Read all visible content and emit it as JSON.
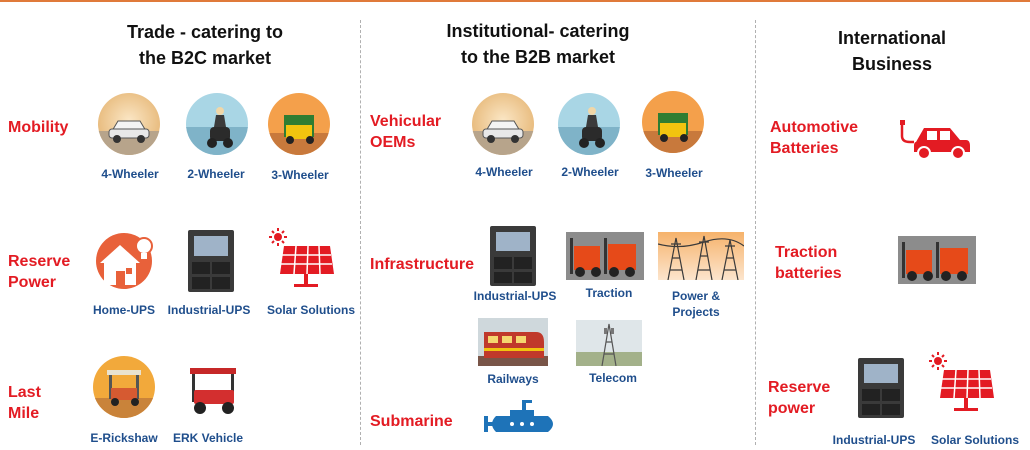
{
  "columns": {
    "trade": {
      "title_line1": "Trade - catering to",
      "title_line2": "the B2C market"
    },
    "institutional": {
      "title_line1": "Institutional- catering",
      "title_line2": "to the B2B market"
    },
    "international": {
      "title_line1": "International",
      "title_line2": "Business"
    }
  },
  "trade": {
    "mobility": {
      "label": "Mobility",
      "items": [
        "4-Wheeler",
        "2-Wheeler",
        "3-Wheeler"
      ]
    },
    "reserve_power": {
      "label_line1": "Reserve",
      "label_line2": "Power",
      "items": [
        "Home-UPS",
        "Industrial-UPS",
        "Solar Solutions"
      ]
    },
    "last_mile": {
      "label_line1": "Last",
      "label_line2": "Mile",
      "items": [
        "E-Rickshaw",
        "ERK Vehicle"
      ]
    }
  },
  "institutional": {
    "vehicular_oems": {
      "label_line1": "Vehicular",
      "label_line2": "OEMs",
      "items": [
        "4-Wheeler",
        "2-Wheeler",
        "3-Wheeler"
      ]
    },
    "infrastructure": {
      "label": "Infrastructure",
      "items": [
        "Industrial-UPS",
        "Traction",
        "Power &",
        "Projects",
        "Railways",
        "Telecom"
      ]
    },
    "submarine": {
      "label": "Submarine"
    }
  },
  "international": {
    "automotive": {
      "label_line1": "Automotive",
      "label_line2": "Batteries"
    },
    "traction": {
      "label_line1": "Traction",
      "label_line2": "batteries"
    },
    "reserve": {
      "label_line1": "Reserve",
      "label_line2": "power",
      "items": [
        "Industrial-UPS",
        "Solar Solutions"
      ]
    }
  },
  "icons": {
    "car": "car-icon",
    "scooter": "scooter-icon",
    "auto_rickshaw": "auto-rickshaw-icon",
    "house": "house-bulb-icon",
    "ups": "ups-cabinet-icon",
    "solar": "solar-panel-icon",
    "erickshaw": "e-rickshaw-icon",
    "forklift": "forklift-icon",
    "tower": "transmission-tower-icon",
    "train": "train-icon",
    "telecom": "telecom-tower-icon",
    "submarine": "submarine-icon",
    "ev_car": "electric-car-icon"
  },
  "colors": {
    "category_red": "#e31b23",
    "label_blue": "#1f4e8c",
    "accent_orange": "#e07a3a"
  }
}
